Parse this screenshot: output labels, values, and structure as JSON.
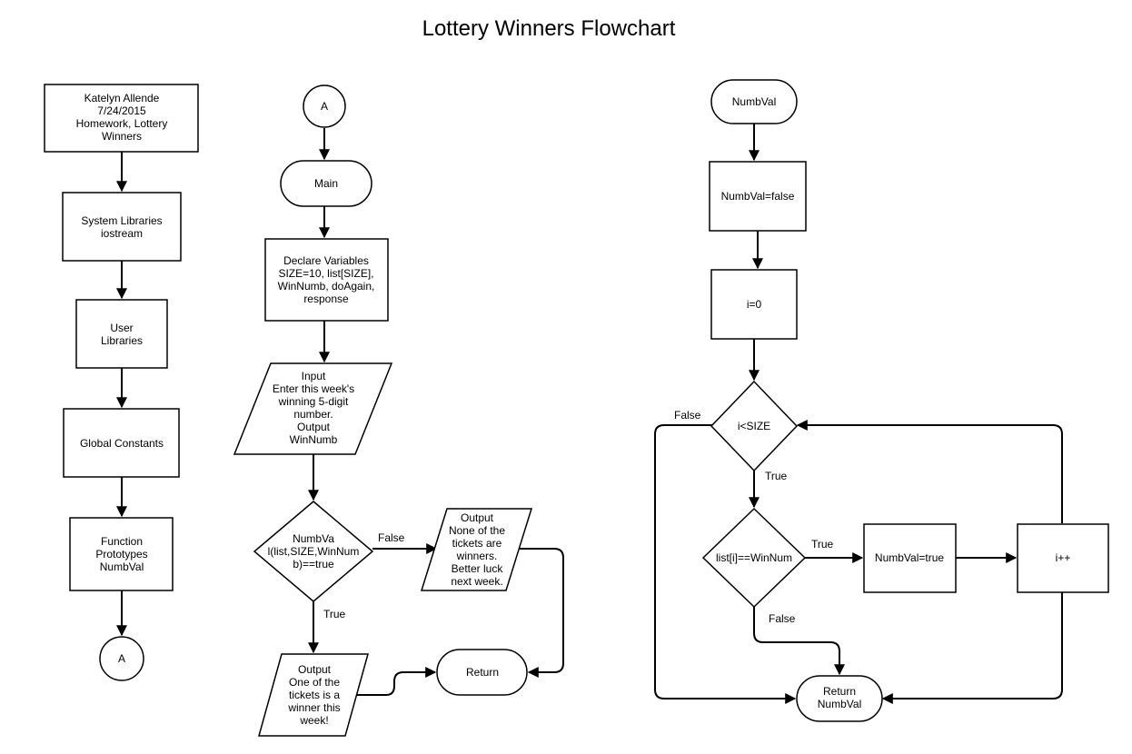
{
  "title": "Lottery Winners Flowchart",
  "nodes": {
    "header_info": [
      "Katelyn Allende",
      "7/24/2015",
      "Homework, Lottery",
      "Winners"
    ],
    "system_libraries": [
      "System Libraries",
      "iostream"
    ],
    "user_libraries": [
      "User",
      "Libraries"
    ],
    "global_constants": [
      "Global Constants"
    ],
    "function_prototypes": [
      "Function",
      "Prototypes",
      "NumbVal"
    ],
    "connector_a_out": "A",
    "connector_a_in": "A",
    "main": "Main",
    "declare_variables": [
      "Declare Variables",
      "SIZE=10, list[SIZE],",
      "WinNumb, doAgain,",
      "response"
    ],
    "input_output": [
      "Input",
      "Enter this week's",
      "winning 5-digit",
      "number.",
      "Output",
      "WinNumb"
    ],
    "decision_numbval": [
      "NumbVa",
      "l(list,SIZE,WinNum",
      "b)==true"
    ],
    "output_none": [
      "Output",
      "None of the",
      "tickets are",
      "winners.",
      "Better luck",
      "next week."
    ],
    "output_winner": [
      "Output",
      "One of the",
      "tickets is a",
      "winner this",
      "week!"
    ],
    "return_main": "Return",
    "numbval_start": "NumbVal",
    "numbval_false": "NumbVal=false",
    "i_init": "i=0",
    "loop_condition": "i<SIZE",
    "match_condition": "list[i]==WinNum",
    "numbval_true": "NumbVal=true",
    "increment": "i++",
    "return_numbval": [
      "Return",
      "NumbVal"
    ]
  },
  "edge_labels": {
    "decision_false": "False",
    "decision_true": "True",
    "loop_false": "False",
    "loop_true": "True",
    "match_true": "True",
    "match_false": "False"
  }
}
